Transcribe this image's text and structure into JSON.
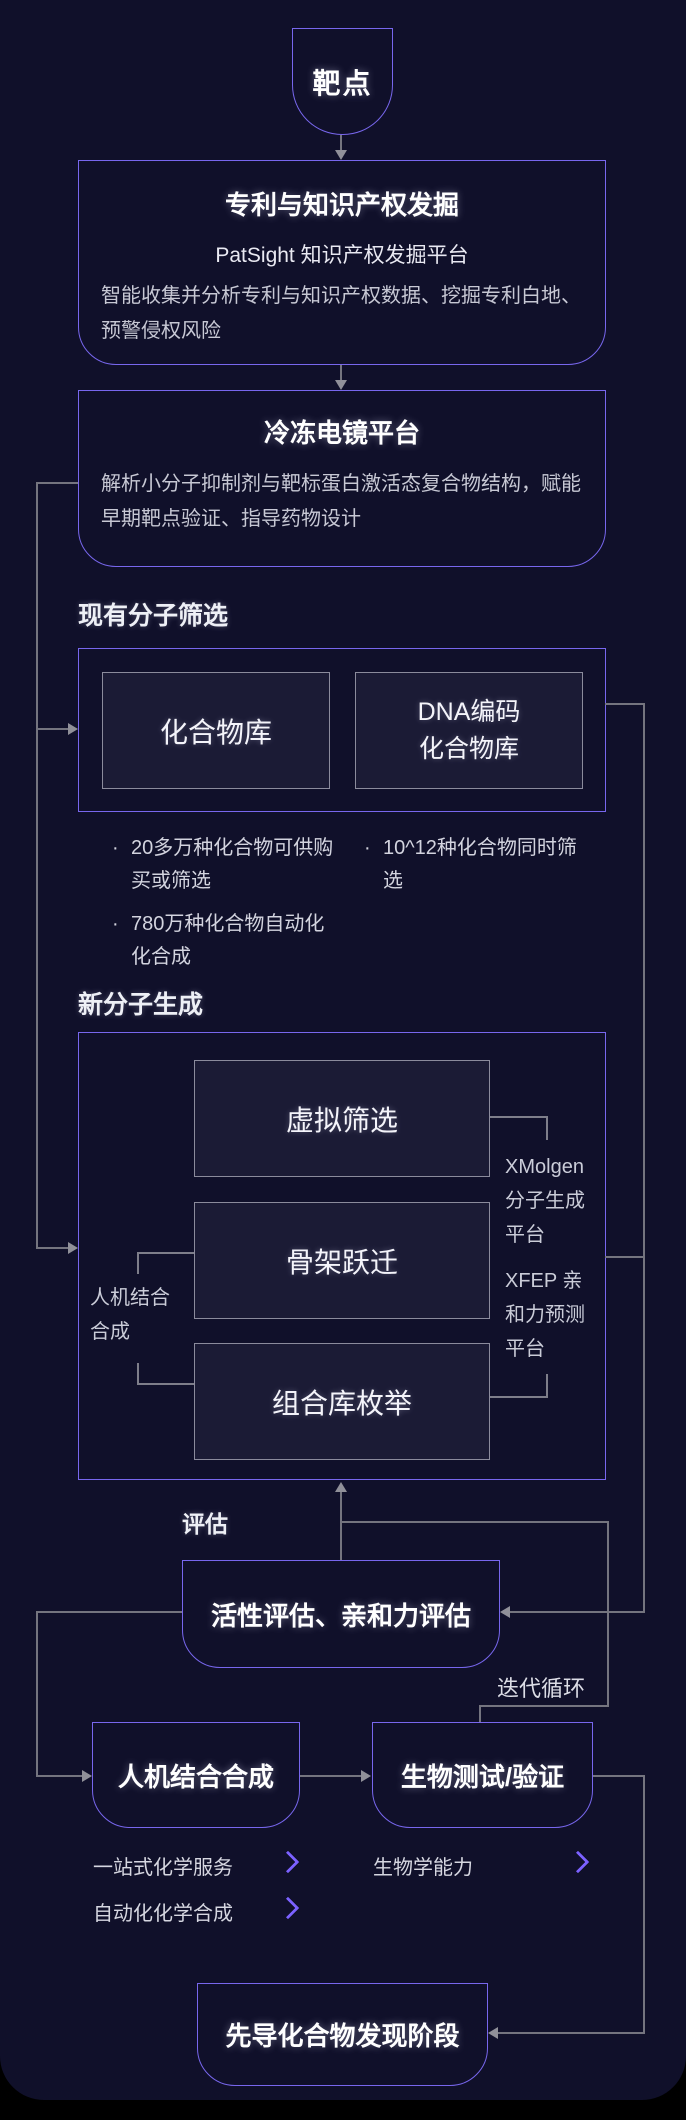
{
  "colors": {
    "background": "#10102a",
    "accent_purple_border": "#7867ee",
    "chevron_purple": "#7b61ff",
    "connector_gray": "#74747f",
    "inner_box_fill": "#1b1b35",
    "inner_box_border": "#8b8b9c",
    "title_white": "#ffffff",
    "body_gray": "#c7c8d4"
  },
  "bullet_char": "·",
  "target": {
    "label": "靶点"
  },
  "patent": {
    "title": "专利与知识产权发掘",
    "subtitle": "PatSight 知识产权发掘平台",
    "description": "智能收集并分析专利与知识产权数据、挖掘专利白地、预警侵权风险"
  },
  "cryoem": {
    "title": "冷冻电镜平台",
    "description": "解析小分子抑制剂与靶标蛋白激活态复合物结构，赋能早期靶点验证、指导药物设计"
  },
  "screening": {
    "section_label": "现有分子筛选",
    "box1": "化合物库",
    "box2_line1": "DNA编码",
    "box2_line2": "化合物库",
    "bullets_left": [
      "20多万种化合物可供购买或筛选",
      "780万种化合物自动化化合成"
    ],
    "bullets_right": [
      "10^12种化合物同时筛选"
    ]
  },
  "newmol": {
    "section_label": "新分子生成",
    "box1": "虚拟筛选",
    "box2": "骨架跃迁",
    "box3": "组合库枚举",
    "left_note": "人机结合合成",
    "right_note1": "XMolgen 分子生成平台",
    "right_note2": "XFEP 亲和力预测平台"
  },
  "evaluation": {
    "section_label": "评估",
    "box": "活性评估、亲和力评估"
  },
  "loop": {
    "label": "迭代循环"
  },
  "synthesis": {
    "box": "人机结合合成"
  },
  "biotest": {
    "box": "生物测试/验证"
  },
  "links": [
    {
      "label": "一站式化学服务"
    },
    {
      "label": "自动化化学合成"
    },
    {
      "label": "生物学能力"
    }
  ],
  "lead": {
    "box": "先导化合物发现阶段"
  }
}
